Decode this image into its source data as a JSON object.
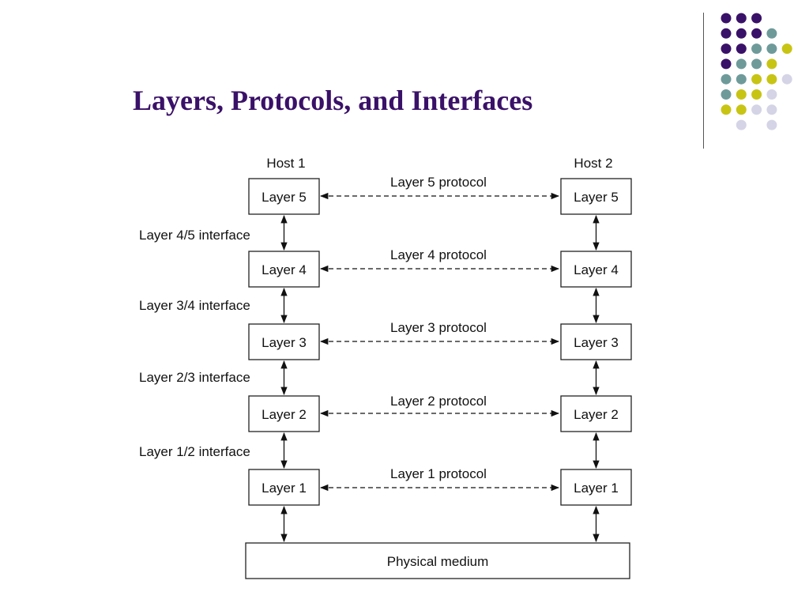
{
  "slide": {
    "title": "Layers, Protocols, and Interfaces"
  },
  "decoration": {
    "dot_colors": {
      "purple": "#3a1168",
      "teal": "#6e9a9a",
      "olive": "#c8c414",
      "lavender": "#d4d4e6"
    },
    "title_color": "#3a1168"
  },
  "diagram": {
    "host_left": "Host 1",
    "host_right": "Host 2",
    "layers": [
      {
        "left": "Layer 5",
        "right": "Layer 5",
        "protocol": "Layer 5 protocol"
      },
      {
        "left": "Layer 4",
        "right": "Layer 4",
        "protocol": "Layer 4 protocol"
      },
      {
        "left": "Layer 3",
        "right": "Layer 3",
        "protocol": "Layer 3 protocol"
      },
      {
        "left": "Layer 2",
        "right": "Layer 2",
        "protocol": "Layer 2 protocol"
      },
      {
        "left": "Layer 1",
        "right": "Layer 1",
        "protocol": "Layer 1 protocol"
      }
    ],
    "interfaces": [
      "Layer 4/5 interface",
      "Layer 3/4 interface",
      "Layer 2/3 interface",
      "Layer 1/2 interface"
    ],
    "medium": "Physical medium"
  }
}
